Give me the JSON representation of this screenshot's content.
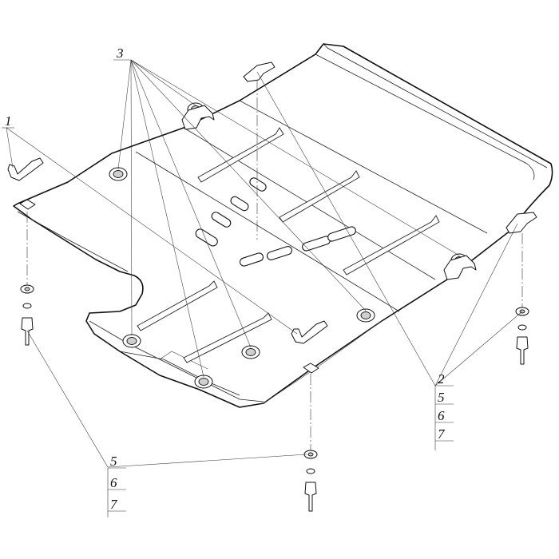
{
  "labels": {
    "callout_left_top": "1",
    "callout_top": "3",
    "callout_right": [
      "2",
      "5",
      "6",
      "7"
    ],
    "callout_bottom": [
      "5",
      "6",
      "7"
    ]
  }
}
